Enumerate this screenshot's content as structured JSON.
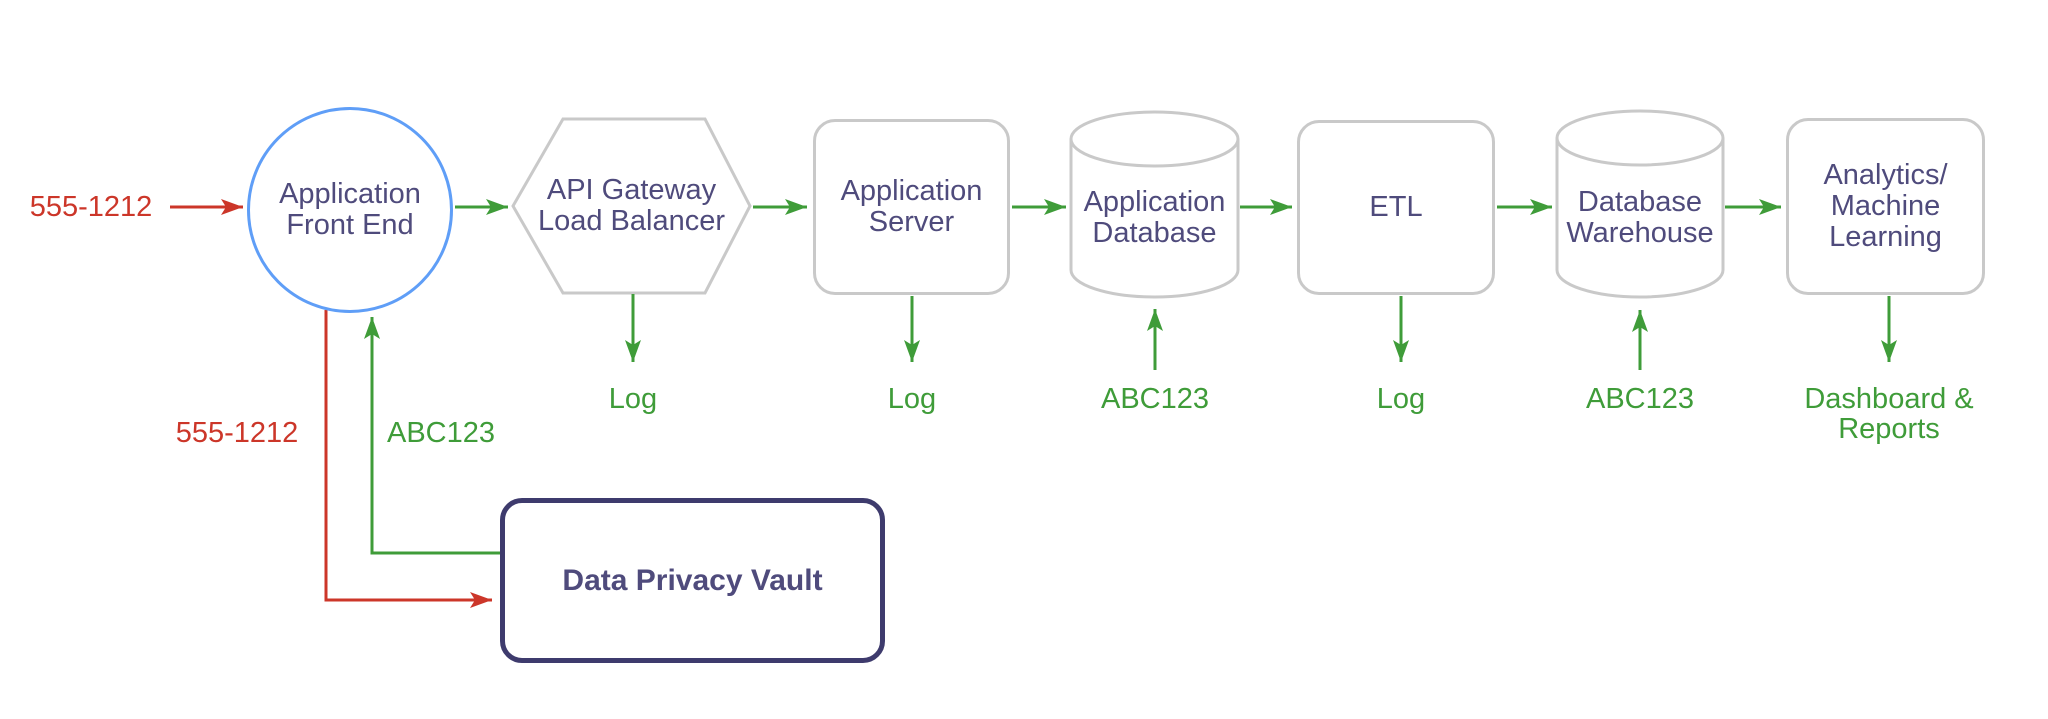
{
  "colors": {
    "flow_green": "#3f9c39",
    "flow_red": "#cc3629",
    "node_border_blue": "#5f9ef7",
    "node_border_gray": "#c9c9c9",
    "node_text": "#4f4b7c",
    "vault_border": "#3e3b6d",
    "background": "#ffffff"
  },
  "nodes": {
    "front_end": {
      "shape": "circle",
      "lines": [
        "Application",
        "Front End"
      ]
    },
    "api_gateway": {
      "shape": "hexagon",
      "lines": [
        "API Gateway",
        "Load Balancer"
      ]
    },
    "app_server": {
      "shape": "rounded-rect",
      "lines": [
        "Application",
        "Server"
      ]
    },
    "app_database": {
      "shape": "cylinder",
      "lines": [
        "Application",
        "Database"
      ]
    },
    "etl": {
      "shape": "rounded-rect",
      "lines": [
        "ETL"
      ]
    },
    "db_warehouse": {
      "shape": "cylinder",
      "lines": [
        "Database",
        "Warehouse"
      ]
    },
    "analytics": {
      "shape": "rounded-rect",
      "lines": [
        "Analytics/",
        "Machine",
        "Learning"
      ]
    },
    "vault": {
      "shape": "rounded-rect-dark",
      "lines": [
        "Data Privacy Vault"
      ]
    }
  },
  "labels": {
    "input_value": "555-1212",
    "vault_in_value": "555-1212",
    "vault_out_value": "ABC123",
    "gateway_log": "Log",
    "server_log": "Log",
    "database_token": "ABC123",
    "etl_log": "Log",
    "warehouse_token": "ABC123",
    "analytics_output": [
      "Dashboard &",
      "Reports"
    ]
  }
}
